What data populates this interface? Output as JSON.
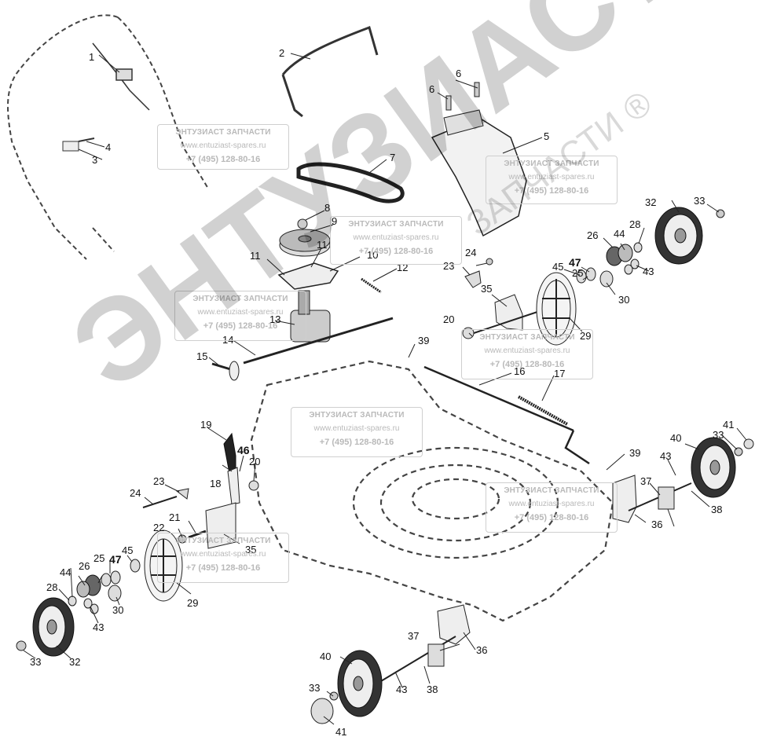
{
  "callouts": [
    {
      "id": "c1",
      "text": "1"
    },
    {
      "id": "c2",
      "text": "2"
    },
    {
      "id": "c3",
      "text": "3"
    },
    {
      "id": "c4",
      "text": "4"
    },
    {
      "id": "c5",
      "text": "5"
    },
    {
      "id": "c6a",
      "text": "6"
    },
    {
      "id": "c6b",
      "text": "6"
    },
    {
      "id": "c7",
      "text": "7"
    },
    {
      "id": "c8",
      "text": "8"
    },
    {
      "id": "c9",
      "text": "9"
    },
    {
      "id": "c10",
      "text": "10"
    },
    {
      "id": "c11a",
      "text": "11"
    },
    {
      "id": "c11b",
      "text": "11"
    },
    {
      "id": "c12",
      "text": "12"
    },
    {
      "id": "c13",
      "text": "13"
    },
    {
      "id": "c14",
      "text": "14"
    },
    {
      "id": "c15",
      "text": "15"
    },
    {
      "id": "c16",
      "text": "16"
    },
    {
      "id": "c17",
      "text": "17"
    },
    {
      "id": "c18",
      "text": "18"
    },
    {
      "id": "c19",
      "text": "19"
    },
    {
      "id": "c20a",
      "text": "20"
    },
    {
      "id": "c20b",
      "text": "20"
    },
    {
      "id": "c21",
      "text": "21"
    },
    {
      "id": "c22",
      "text": "22"
    },
    {
      "id": "c23a",
      "text": "23"
    },
    {
      "id": "c23b",
      "text": "23"
    },
    {
      "id": "c24a",
      "text": "24"
    },
    {
      "id": "c24b",
      "text": "24"
    },
    {
      "id": "c25a",
      "text": "25"
    },
    {
      "id": "c25b",
      "text": "25"
    },
    {
      "id": "c26a",
      "text": "26"
    },
    {
      "id": "c26b",
      "text": "26"
    },
    {
      "id": "c28a",
      "text": "28"
    },
    {
      "id": "c28b",
      "text": "28"
    },
    {
      "id": "c29a",
      "text": "29"
    },
    {
      "id": "c29b",
      "text": "29"
    },
    {
      "id": "c30a",
      "text": "30"
    },
    {
      "id": "c30b",
      "text": "30"
    },
    {
      "id": "c32a",
      "text": "32"
    },
    {
      "id": "c32b",
      "text": "32"
    },
    {
      "id": "c33a",
      "text": "33"
    },
    {
      "id": "c33b",
      "text": "33"
    },
    {
      "id": "c33c",
      "text": "33"
    },
    {
      "id": "c33d",
      "text": "33"
    },
    {
      "id": "c35a",
      "text": "35"
    },
    {
      "id": "c35b",
      "text": "35"
    },
    {
      "id": "c36a",
      "text": "36"
    },
    {
      "id": "c36b",
      "text": "36"
    },
    {
      "id": "c37a",
      "text": "37"
    },
    {
      "id": "c37b",
      "text": "37"
    },
    {
      "id": "c38a",
      "text": "38"
    },
    {
      "id": "c38b",
      "text": "38"
    },
    {
      "id": "c39a",
      "text": "39"
    },
    {
      "id": "c39b",
      "text": "39"
    },
    {
      "id": "c40a",
      "text": "40"
    },
    {
      "id": "c40b",
      "text": "40"
    },
    {
      "id": "c41a",
      "text": "41"
    },
    {
      "id": "c41b",
      "text": "41"
    },
    {
      "id": "c43a",
      "text": "43"
    },
    {
      "id": "c43b",
      "text": "43"
    },
    {
      "id": "c43c",
      "text": "43"
    },
    {
      "id": "c43d",
      "text": "43"
    },
    {
      "id": "c44a",
      "text": "44"
    },
    {
      "id": "c44b",
      "text": "44"
    },
    {
      "id": "c45a",
      "text": "45"
    },
    {
      "id": "c45b",
      "text": "45"
    },
    {
      "id": "c46",
      "text": "46"
    },
    {
      "id": "c47a",
      "text": "47"
    },
    {
      "id": "c47b",
      "text": "47"
    }
  ],
  "watermark": {
    "title": "ЭНТУЗИАСТ ЗАПЧАСТИ",
    "url": "www.entuziast-spares.ru",
    "phone": "+7 (495) 128-80-16",
    "big_text": "ЭНТУЗИАСТ!",
    "small_text": "ЗАПЧАСТИ ®"
  }
}
